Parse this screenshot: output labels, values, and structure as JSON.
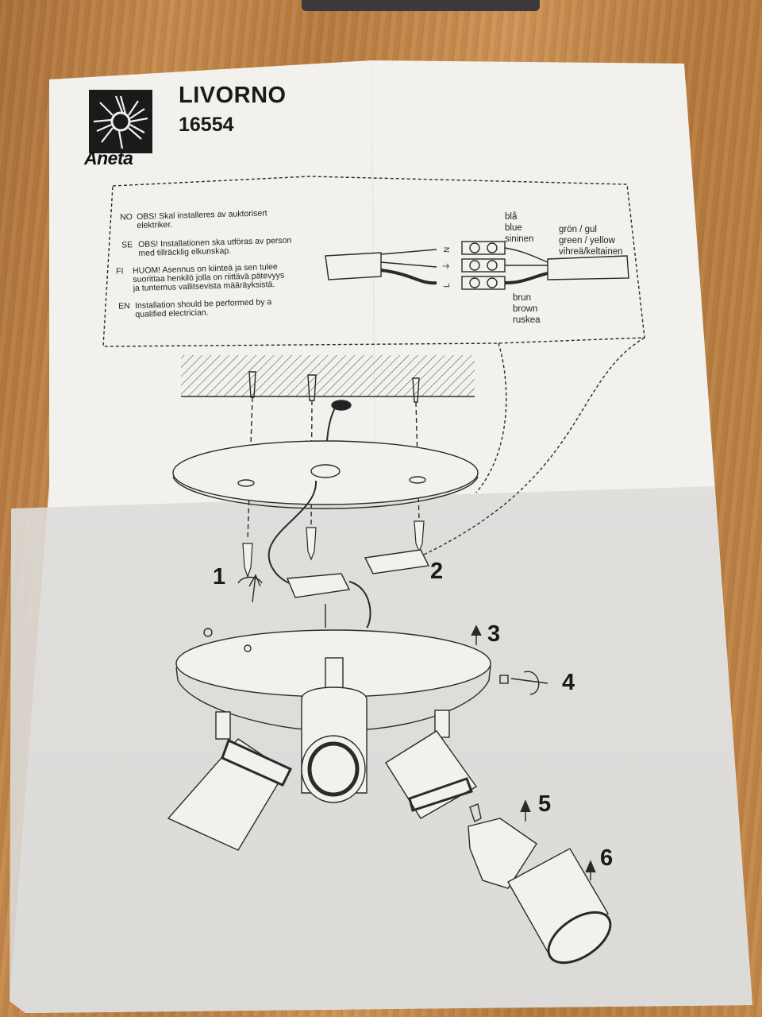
{
  "brand": {
    "logo_text": "Aneta"
  },
  "product": {
    "name": "LIVORNO",
    "code": "16554"
  },
  "notes": [
    {
      "lang": "NO",
      "line1": "OBS! Skal installeres av auktorisert",
      "line2": "elektriker.",
      "line3": ""
    },
    {
      "lang": "SE",
      "line1": "OBS! Installationen ska utföras av person",
      "line2": "med tillräcklig elkunskap.",
      "line3": ""
    },
    {
      "lang": "FI",
      "line1": "HUOM! Asennus on kiinteä ja sen tulee",
      "line2": "suorittaa henkilö jolla on riittävä pätevyys",
      "line3": "ja tuntemus vallitsevista määräyksistä."
    },
    {
      "lang": "EN",
      "line1": "Installation should be performed by a",
      "line2": "qualified electrician.",
      "line3": ""
    }
  ],
  "wiring": {
    "terminals": [
      "N",
      "⏚",
      "L"
    ],
    "blue": [
      "blå",
      "blue",
      "sininen"
    ],
    "earth": [
      "grön / gul",
      "green / yellow",
      "vihreä/keltainen"
    ],
    "brown": [
      "brun",
      "brown",
      "ruskea"
    ]
  },
  "steps": [
    "1",
    "2",
    "3",
    "4",
    "5",
    "6"
  ]
}
